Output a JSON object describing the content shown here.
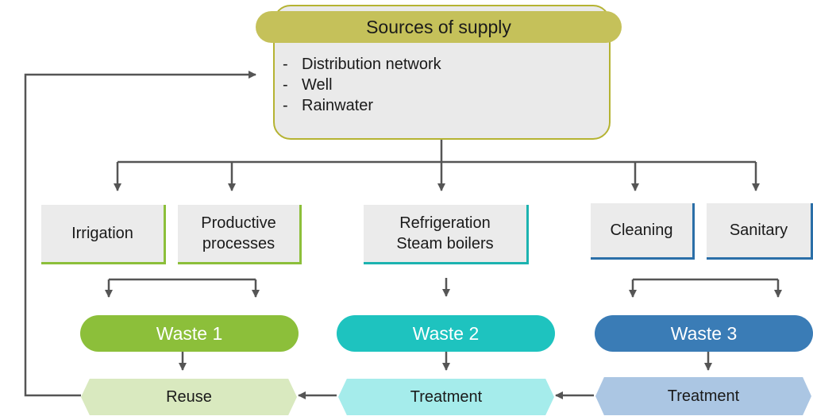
{
  "supply": {
    "title": "Sources of supply",
    "items": [
      "Distribution network",
      "Well",
      "Rainwater"
    ],
    "bullet": "-"
  },
  "uses": {
    "irrigation": "Irrigation",
    "productive_1": "Productive",
    "productive_2": "processes",
    "refrigeration_1": "Refrigeration",
    "refrigeration_2": "Steam boilers",
    "cleaning": "Cleaning",
    "sanitary": "Sanitary"
  },
  "waste": {
    "w1": "Waste 1",
    "w2": "Waste 2",
    "w3": "Waste 3"
  },
  "outcomes": {
    "reuse": "Reuse",
    "treatment_2": "Treatment",
    "treatment_3": "Treatment"
  },
  "colors": {
    "supply_title": "#c5c15a",
    "supply_border": "#b5b332",
    "box_fill": "#ebebeb",
    "green": "#8cbf3a",
    "teal": "#1cb3b0",
    "blue": "#2b6fa8",
    "reuse_fill": "#d9e9bf",
    "treatment2_fill": "#a5eceb",
    "treatment3_fill": "#abc6e3",
    "connector": "#555555"
  }
}
